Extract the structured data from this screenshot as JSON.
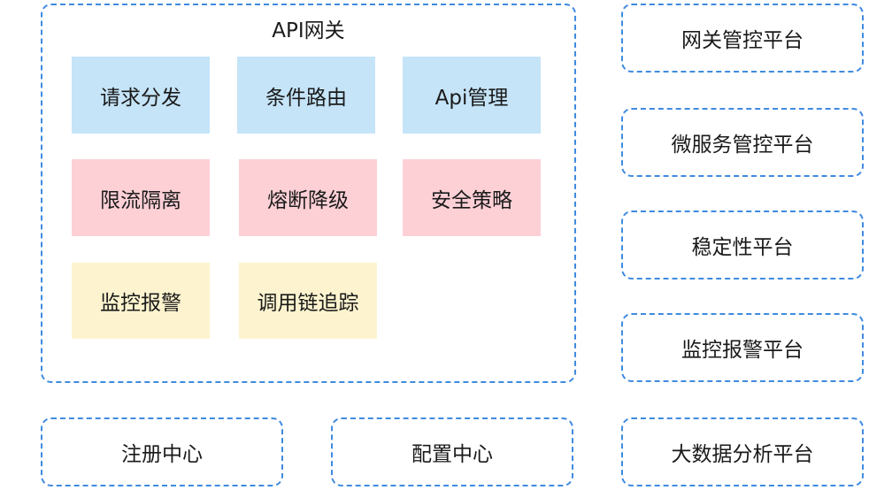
{
  "gateway": {
    "title": "API网关",
    "modules": [
      {
        "label": "请求分发",
        "color": "#c5e4f8"
      },
      {
        "label": "条件路由",
        "color": "#c5e4f8"
      },
      {
        "label": "Api管理",
        "color": "#c5e4f8"
      },
      {
        "label": "限流隔离",
        "color": "#fdd0d6"
      },
      {
        "label": "熔断降级",
        "color": "#fdd0d6"
      },
      {
        "label": "安全策略",
        "color": "#fdd0d6"
      },
      {
        "label": "监控报警",
        "color": "#fdf4cf"
      },
      {
        "label": "调用链追踪",
        "color": "#fdf4cf"
      }
    ]
  },
  "centers": [
    "注册中心",
    "配置中心"
  ],
  "platforms": [
    "网关管控平台",
    "微服务管控平台",
    "稳定性平台",
    "监控报警平台",
    "大数据分析平台"
  ],
  "border_color": "#3f8ae0"
}
